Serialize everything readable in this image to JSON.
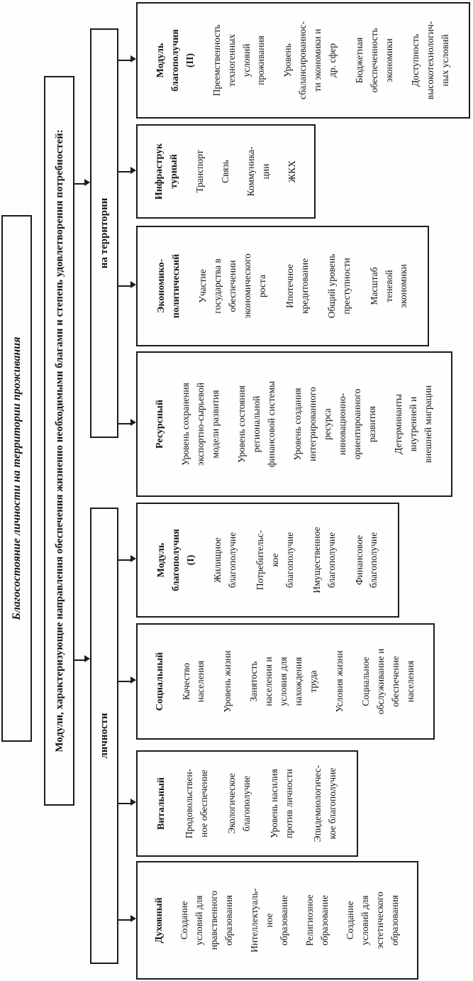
{
  "colors": {
    "border": "#1c1c1c",
    "background": "#fdfdfc",
    "text": "#141414"
  },
  "root": {
    "label": "Благосостояние личности на территории проживания"
  },
  "banner": {
    "label": "Модули, характеризующие направления обеспечения жизненно необходимыми благами и степень удовлетворения потребностей:"
  },
  "branches": {
    "territory": {
      "label": "на территории"
    },
    "person": {
      "label": "личности"
    }
  },
  "modules": [
    {
      "title": "Модуль\nблагополучия\n(II)",
      "items": [
        "Преемственность\nтехногенных\nусловий\nпроживания",
        "Уровень\nсбалансированнос-\nти экономики и\nдр. сфер",
        "Бюджетная\nобеспеченность\nэкономики",
        "Доступность\nвысокотехнологич-\nных условий"
      ]
    },
    {
      "title": "Инфраструк\nтурный",
      "items": [
        "Транспорт",
        "Связь",
        "Коммуника-\nции",
        "ЖКХ"
      ]
    },
    {
      "title": "Экономико-\nполитический",
      "items": [
        "Участие\nгосударства в\nобеспечении\nэкономического\nроста",
        "Ипотечное\nкредитование",
        "Общий уровень\nпреступности",
        "Масштаб\nтеневой\nэкономики"
      ]
    },
    {
      "title": "Ресурсный",
      "items": [
        "Уровень сохранения\nэкспортно-сырьевой\nмодели развития",
        "Уровень состояния\nрегиональной\nфинансовой системы",
        "Уровень создания\nинтегрированного\nресурса\nинновационно-\nориентироанного\nразвития",
        "Детерминанты\nвнутренней и\nвнешней миграции"
      ]
    },
    {
      "title": "Модуль\nблагополучия\n(I)",
      "items": [
        "Жилищное\nблагополучие",
        "Потребительс-\nкое\nблагополучие",
        "Имущественное\nблагополучие",
        "Финансовое\nблагополучие"
      ]
    },
    {
      "title": "Социальный",
      "items": [
        "Качество\nнаселения",
        "Уровень жизни",
        "Занятость\nнаселения и\nусловия для\nнахождения\nтруда",
        "Условия жизни",
        "Социальное\nобслуживание и\nобеспечение\nнаселения"
      ]
    },
    {
      "title": "Витальный",
      "items": [
        "Продовольствен-\nное обеспечение",
        "Экологическое\nблагополучие",
        "Уровень насилия\nпротив личности",
        "Эпидемиологичес-\nкое благополучие"
      ]
    },
    {
      "title": "Духовный",
      "items": [
        "Создание\nусловий для\nнравственного\nобразования",
        "Интеллектуаль-\nное\nобразование",
        "Религиозное\nобразование",
        "Создание\nусловий для\nэстетического\nобразования"
      ]
    }
  ]
}
